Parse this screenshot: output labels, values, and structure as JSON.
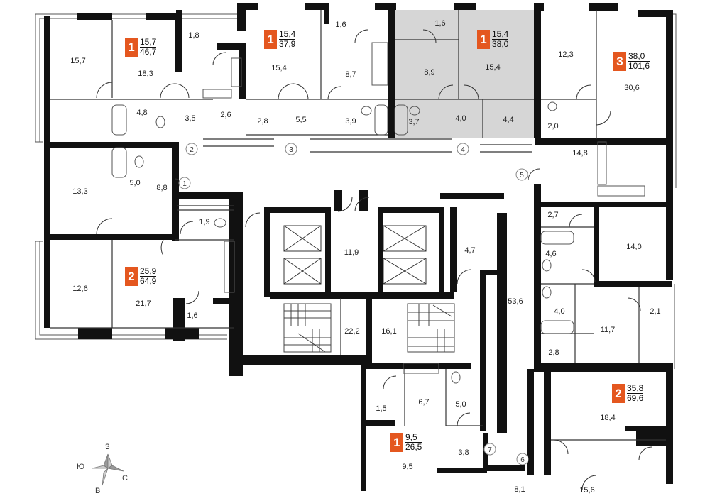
{
  "room_areas": {
    "a157": "15,7",
    "a183": "18,3",
    "a18": "1,8",
    "a48": "4,8",
    "a35": "3,5",
    "a26": "2,6",
    "a154a": "15,4",
    "a16a": "1,6",
    "a87": "8,7",
    "a28a": "2,8",
    "a55": "5,5",
    "a39": "3,9",
    "a16b": "1,6",
    "a89": "8,9",
    "a37": "3,7",
    "a154b": "15,4",
    "a40a": "4,0",
    "a44": "4,4",
    "a123": "12,3",
    "a306": "30,6",
    "a20": "2,0",
    "a148": "14,8",
    "a133": "13,3",
    "a50a": "5,0",
    "a88": "8,8",
    "a19": "1,9",
    "a126": "12,6",
    "a217": "21,7",
    "a16c": "1,6",
    "a119": "11,9",
    "a47": "4,7",
    "a536": "53,6",
    "a222": "22,2",
    "a161": "16,1",
    "a27": "2,7",
    "a140": "14,0",
    "a46": "4,6",
    "a40b": "4,0",
    "a21": "2,1",
    "a117": "11,7",
    "a28b": "2,8",
    "a184": "18,4",
    "a15": "1,5",
    "a67": "6,7",
    "a50b": "5,0",
    "a38": "3,8",
    "a95": "9,5",
    "a81": "8,1",
    "a156": "15,6"
  },
  "door_numbers": {
    "d1": "1",
    "d2": "2",
    "d3": "3",
    "d4": "4",
    "d5": "5",
    "d6": "6",
    "d7": "7"
  },
  "apartments": [
    {
      "rooms": "1",
      "living": "15,7",
      "total": "46,7"
    },
    {
      "rooms": "1",
      "living": "15,4",
      "total": "37,9"
    },
    {
      "rooms": "1",
      "living": "15,4",
      "total": "38,0"
    },
    {
      "rooms": "3",
      "living": "38,0",
      "total": "101,6"
    },
    {
      "rooms": "2",
      "living": "25,9",
      "total": "64,9"
    },
    {
      "rooms": "2",
      "living": "35,8",
      "total": "69,6"
    },
    {
      "rooms": "1",
      "living": "9,5",
      "total": "26,5"
    }
  ],
  "compass": {
    "north": "З",
    "east": "С",
    "west": "Ю",
    "south": "В"
  },
  "colors": {
    "badge": "#e4571f",
    "wall": "#111111",
    "highlight": "#d6d6d6"
  }
}
